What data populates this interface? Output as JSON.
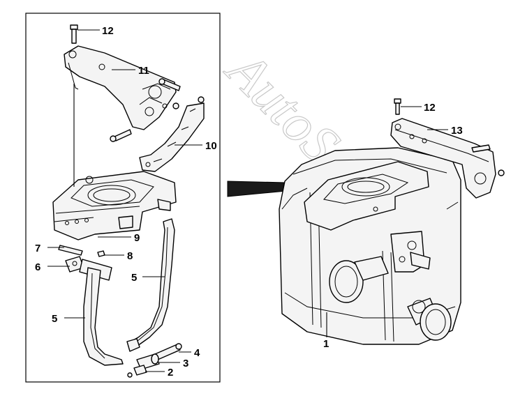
{
  "diagram": {
    "watermark": "AutoSoft",
    "callouts": [
      {
        "id": "c12a",
        "label": "12"
      },
      {
        "id": "c11",
        "label": "11"
      },
      {
        "id": "c10",
        "label": "10"
      },
      {
        "id": "c9",
        "label": "9"
      },
      {
        "id": "c8",
        "label": "8"
      },
      {
        "id": "c7",
        "label": "7"
      },
      {
        "id": "c6",
        "label": "6"
      },
      {
        "id": "c5a",
        "label": "5"
      },
      {
        "id": "c5b",
        "label": "5"
      },
      {
        "id": "c4",
        "label": "4"
      },
      {
        "id": "c3",
        "label": "3"
      },
      {
        "id": "c2",
        "label": "2"
      },
      {
        "id": "c12b",
        "label": "12"
      },
      {
        "id": "c13",
        "label": "13"
      },
      {
        "id": "c1",
        "label": "1"
      }
    ]
  }
}
